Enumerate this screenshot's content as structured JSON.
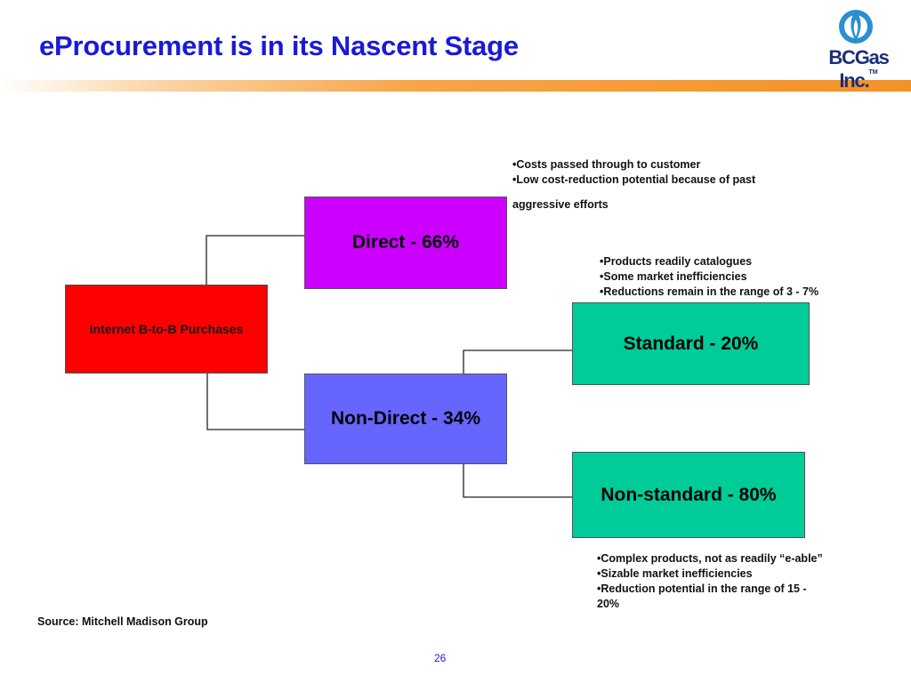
{
  "slide": {
    "title": "eProcurement is in its Nascent Stage",
    "source": "Source: Mitchell Madison Group",
    "page_number": "26"
  },
  "logo": {
    "text": "BCGas Inc.",
    "tm": "TM",
    "icon": "flame-icon",
    "colors": {
      "brand": "#1b2f7a",
      "flame": "#2b8fd0"
    }
  },
  "boxes": {
    "root": {
      "label": "Internet B-to-B Purchases",
      "color": "#fe0000"
    },
    "direct": {
      "label": "Direct - 66%",
      "color": "#cc00ff"
    },
    "nondirect": {
      "label": "Non-Direct - 34%",
      "color": "#6666ff"
    },
    "standard": {
      "label": "Standard - 20%",
      "color": "#00cc99"
    },
    "nonstandard": {
      "label": "Non-standard - 80%",
      "color": "#00cc99"
    }
  },
  "notes": {
    "direct": [
      "•Costs passed through to customer",
      "•Low cost-reduction potential because of past",
      "aggressive efforts"
    ],
    "standard": [
      "•Products readily catalogues",
      "•Some market inefficiencies",
      "•Reductions remain in the range of 3 - 7%"
    ],
    "nonstandard": [
      "•Complex products, not as readily “e-able”",
      "•Sizable market inefficiencies",
      "•Reduction potential in the range of 15 -",
      "20%"
    ]
  },
  "colors": {
    "title": "#1a1ad6",
    "accent_bar": "#f39124"
  }
}
